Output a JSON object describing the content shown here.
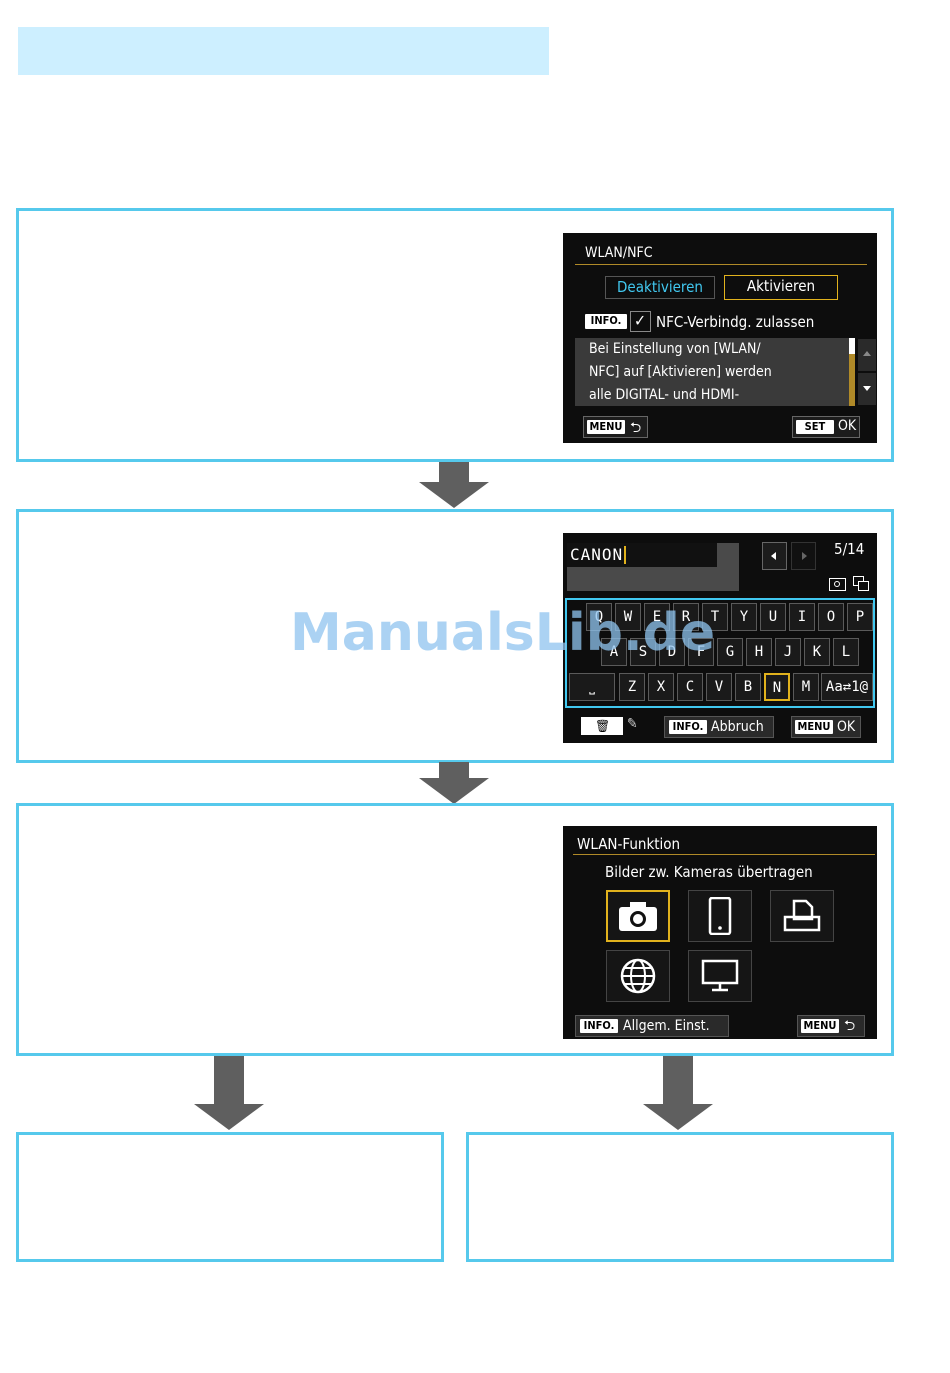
{
  "step1": {
    "screen_title": "WLAN/NFC",
    "btn_deactivate": "Deaktivieren",
    "btn_activate": "Aktivieren",
    "info_chip": "INFO.",
    "nfc_check": "✓",
    "nfc_label": "NFC-Verbindg. zulassen",
    "desc_line1": "Bei Einstellung von [WLAN/",
    "desc_line2": "NFC] auf [Aktivieren] werden",
    "desc_line3": "alle DIGITAL- und HDMI-",
    "menu_chip": "MENU",
    "set_chip": "SET",
    "ok_label": "OK"
  },
  "step2": {
    "input_value": "CANON",
    "page_count": "5/14",
    "keys_row1": [
      "Q",
      "W",
      "E",
      "R",
      "T",
      "Y",
      "U",
      "I",
      "O",
      "P"
    ],
    "keys_row2": [
      "A",
      "S",
      "D",
      "F",
      "G",
      "H",
      "J",
      "K",
      "L"
    ],
    "keys_row3": [
      "Z",
      "X",
      "C",
      "V",
      "B",
      "N",
      "M"
    ],
    "space_key": "⎵",
    "mode_key": "Aa⇄1@",
    "info_chip": "INFO.",
    "cancel_label": "Abbruch",
    "menu_chip": "MENU",
    "ok_label": "OK"
  },
  "step3": {
    "screen_title": "WLAN-Funktion",
    "subtitle": "Bilder zw. Kameras übertragen",
    "icons": [
      "camera-icon",
      "smartphone-icon",
      "printer-icon",
      "globe-icon",
      "monitor-icon"
    ],
    "info_chip": "INFO.",
    "settings_label": "Allgem. Einst.",
    "menu_chip": "MENU"
  },
  "watermark": "ManualsLib.de",
  "colors": {
    "box_border": "#56c9ec",
    "title_band": "#cdefff",
    "highlight": "#e1b21d",
    "accent_cyan": "#41c8f0",
    "arrow": "#5f5f5f"
  }
}
